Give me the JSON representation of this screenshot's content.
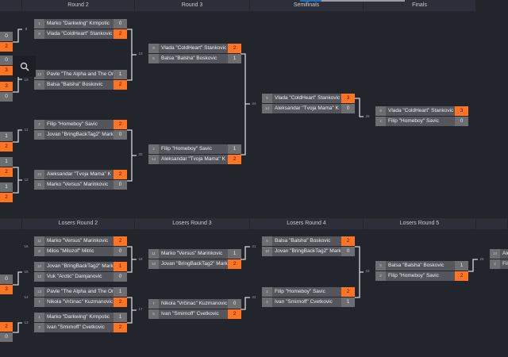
{
  "headers_top": [
    "",
    "Round 2",
    "Round 3",
    "Semifinals",
    "Finals"
  ],
  "headers_bottom": [
    "",
    "Losers Round 2",
    "Losers Round 3",
    "Losers Round 4",
    "Losers Round 5",
    ""
  ],
  "colors": {
    "win": "#ff7422",
    "progress": "#1f6fbf"
  },
  "partial_scores_top": [
    [
      [
        "0",
        false
      ],
      [
        "2",
        true
      ]
    ],
    [
      [
        "0",
        false
      ],
      [
        "3",
        true
      ]
    ],
    [
      [
        "3",
        true
      ],
      [
        "0",
        false
      ]
    ],
    [
      [
        "1",
        false
      ],
      [
        "2",
        true
      ]
    ],
    [
      [
        "1",
        false
      ],
      [
        "2",
        true
      ]
    ],
    [
      [
        "1",
        false
      ],
      [
        "2",
        true
      ]
    ]
  ],
  "partial_scores_bottom": [
    [
      [
        "0",
        false
      ],
      [
        "3",
        true
      ]
    ],
    [
      [
        "2",
        true
      ],
      [
        "0",
        false
      ]
    ]
  ],
  "matches": [
    {
      "id": "9",
      "players": [
        {
          "seed": "1",
          "name": "Marko \"Darkwing\" Krmpotic",
          "score": "0",
          "win": false
        },
        {
          "seed": "9",
          "name": "Vlada \"ColdHeart\" Stankovic",
          "score": "2",
          "win": true
        }
      ]
    },
    {
      "id": "10",
      "players": [
        {
          "seed": "13",
          "name": "Pavle \"The Alpha and The Omega\"",
          "score": "1",
          "win": false
        },
        {
          "seed": "5",
          "name": "Balsa \"Balsha\" Boskovic",
          "score": "2",
          "win": true
        }
      ]
    },
    {
      "id": "11",
      "players": [
        {
          "seed": "2",
          "name": "Filip \"Homeboy\" Savic",
          "score": "2",
          "win": true
        },
        {
          "seed": "10",
          "name": "Jovan \"BringBackTag2\" Markovic",
          "score": "0",
          "win": false
        }
      ]
    },
    {
      "id": "12",
      "players": [
        {
          "seed": "14",
          "name": "Aleksandar \"Tvoja Mama\" K",
          "score": "2",
          "win": true
        },
        {
          "seed": "11",
          "name": "Marko \"Versus\" Marinkovic",
          "score": "0",
          "win": false
        }
      ]
    },
    {
      "id": "19",
      "players": [
        {
          "seed": "9",
          "name": "Vlada \"ColdHeart\" Stankovic",
          "score": "2",
          "win": true
        },
        {
          "seed": "5",
          "name": "Balsa \"Balsha\" Boskovic",
          "score": "1",
          "win": false
        }
      ]
    },
    {
      "id": "20",
      "players": [
        {
          "seed": "2",
          "name": "Filip \"Homeboy\" Savic",
          "score": "1",
          "win": false
        },
        {
          "seed": "14",
          "name": "Aleksandar \"Tvoja Mama\" K",
          "score": "2",
          "win": true
        }
      ]
    },
    {
      "id": "24",
      "players": [
        {
          "seed": "9",
          "name": "Vlada \"ColdHeart\" Stankovic",
          "score": "3",
          "win": true
        },
        {
          "seed": "14",
          "name": "Aleksandar \"Tvoja Mama\" K",
          "score": "0",
          "win": false
        }
      ]
    },
    {
      "id": "26",
      "players": [
        {
          "seed": "9",
          "name": "Vlada \"ColdHeart\" Stankovic",
          "score": "3",
          "win": true
        },
        {
          "seed": "2",
          "name": "Filip \"Homeboy\" Savic",
          "score": "0",
          "win": false
        }
      ]
    },
    {
      "id": "16",
      "players": [
        {
          "seed": "11",
          "name": "Marko \"Versus\" Marinkovic",
          "score": "2",
          "win": true
        },
        {
          "seed": "8",
          "name": "Milos \"Milozof\" Mitric",
          "score": "0",
          "win": false
        }
      ]
    },
    {
      "id": "15",
      "players": [
        {
          "seed": "10",
          "name": "Jovan \"BringBackTag2\" Markovic",
          "score": "1",
          "win": true
        },
        {
          "seed": "12",
          "name": "Vuk \"Arctic\" Damjanovic",
          "score": "0",
          "win": false
        }
      ]
    },
    {
      "id": "14",
      "players": [
        {
          "seed": "13",
          "name": "Pavle \"The Alpha and The Omega\"",
          "score": "1",
          "win": false
        },
        {
          "seed": "7",
          "name": "Nikola \"Vrčinac\" Kuzmanovic",
          "score": "2",
          "win": true
        }
      ]
    },
    {
      "id": "13",
      "players": [
        {
          "seed": "1",
          "name": "Marko \"Darkwing\" Krmpotic",
          "score": "1",
          "win": false
        },
        {
          "seed": "3",
          "name": "Ivan \"Smirnoff\" Cvetkovic",
          "score": "2",
          "win": true
        }
      ]
    },
    {
      "id": "18",
      "players": [
        {
          "seed": "11",
          "name": "Marko \"Versus\" Marinkovic",
          "score": "1",
          "win": false
        },
        {
          "seed": "10",
          "name": "Jovan \"BringBackTag2\" Markovic",
          "score": "2",
          "win": true
        }
      ]
    },
    {
      "id": "17",
      "players": [
        {
          "seed": "7",
          "name": "Nikola \"Vrčinac\" Kuzmanovic",
          "score": "0",
          "win": false
        },
        {
          "seed": "5",
          "name": "Ivan \"Smirnoff\" Cvetkovic",
          "score": "2",
          "win": true
        }
      ]
    },
    {
      "id": "21",
      "players": [
        {
          "seed": "5",
          "name": "Balsa \"Balsha\" Boskovic",
          "score": "2",
          "win": true
        },
        {
          "seed": "10",
          "name": "Jovan \"BringBackTag2\" Markovic",
          "score": "0",
          "win": false
        }
      ]
    },
    {
      "id": "22",
      "players": [
        {
          "seed": "2",
          "name": "Filip \"Homeboy\" Savic",
          "score": "2",
          "win": true
        },
        {
          "seed": "3",
          "name": "Ivan \"Smirnoff\" Cvetkovic",
          "score": "1",
          "win": false
        }
      ]
    },
    {
      "id": "23",
      "players": [
        {
          "seed": "5",
          "name": "Balsa \"Balsha\" Boskovic",
          "score": "1",
          "win": false
        },
        {
          "seed": "2",
          "name": "Filip \"Homeboy\" Savic",
          "score": "2",
          "win": true
        }
      ]
    },
    {
      "id": "25",
      "players": [
        {
          "seed": "14",
          "name": "Aleksandar \"Tvoja Mama\" K",
          "score": "",
          "win": false
        },
        {
          "seed": "2",
          "name": "Filip \"Homeboy\" Savic",
          "score": "",
          "win": false
        }
      ]
    }
  ]
}
